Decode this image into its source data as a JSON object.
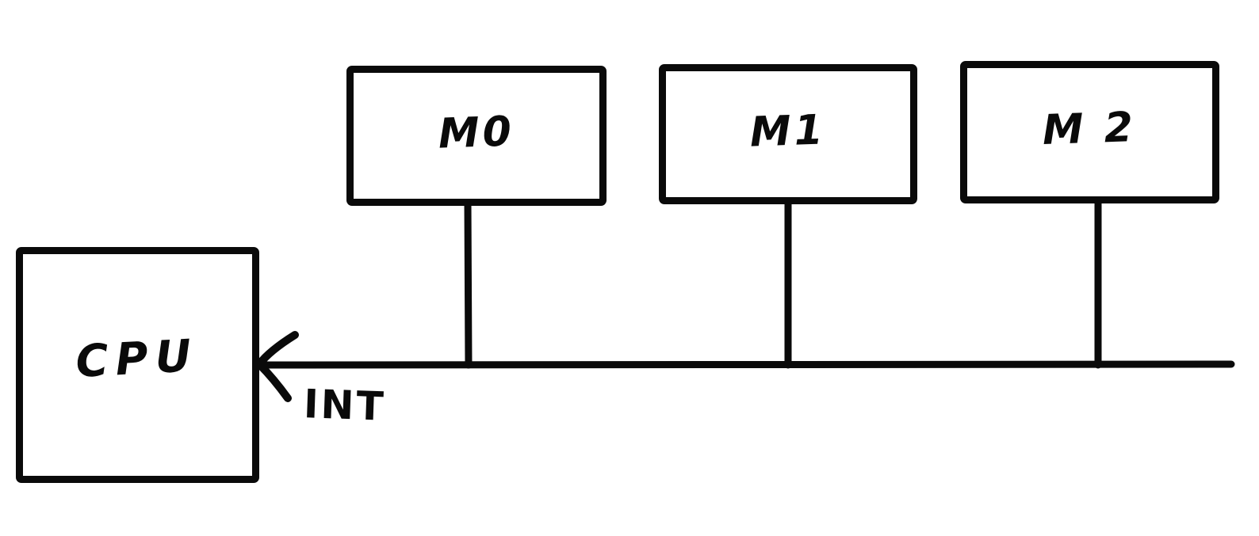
{
  "diagram": {
    "type": "hand-drawn block diagram",
    "description": "CPU connected via a shared interrupt bus line to three modules",
    "cpu": {
      "label": "CPU"
    },
    "modules": [
      {
        "label": "M0"
      },
      {
        "label": "M1"
      },
      {
        "label": "M 2"
      }
    ],
    "bus": {
      "signal_label": "INT",
      "direction": "arrow points left into CPU"
    },
    "colors": {
      "stroke": "#0a0a0a",
      "background": "#ffffff"
    }
  }
}
